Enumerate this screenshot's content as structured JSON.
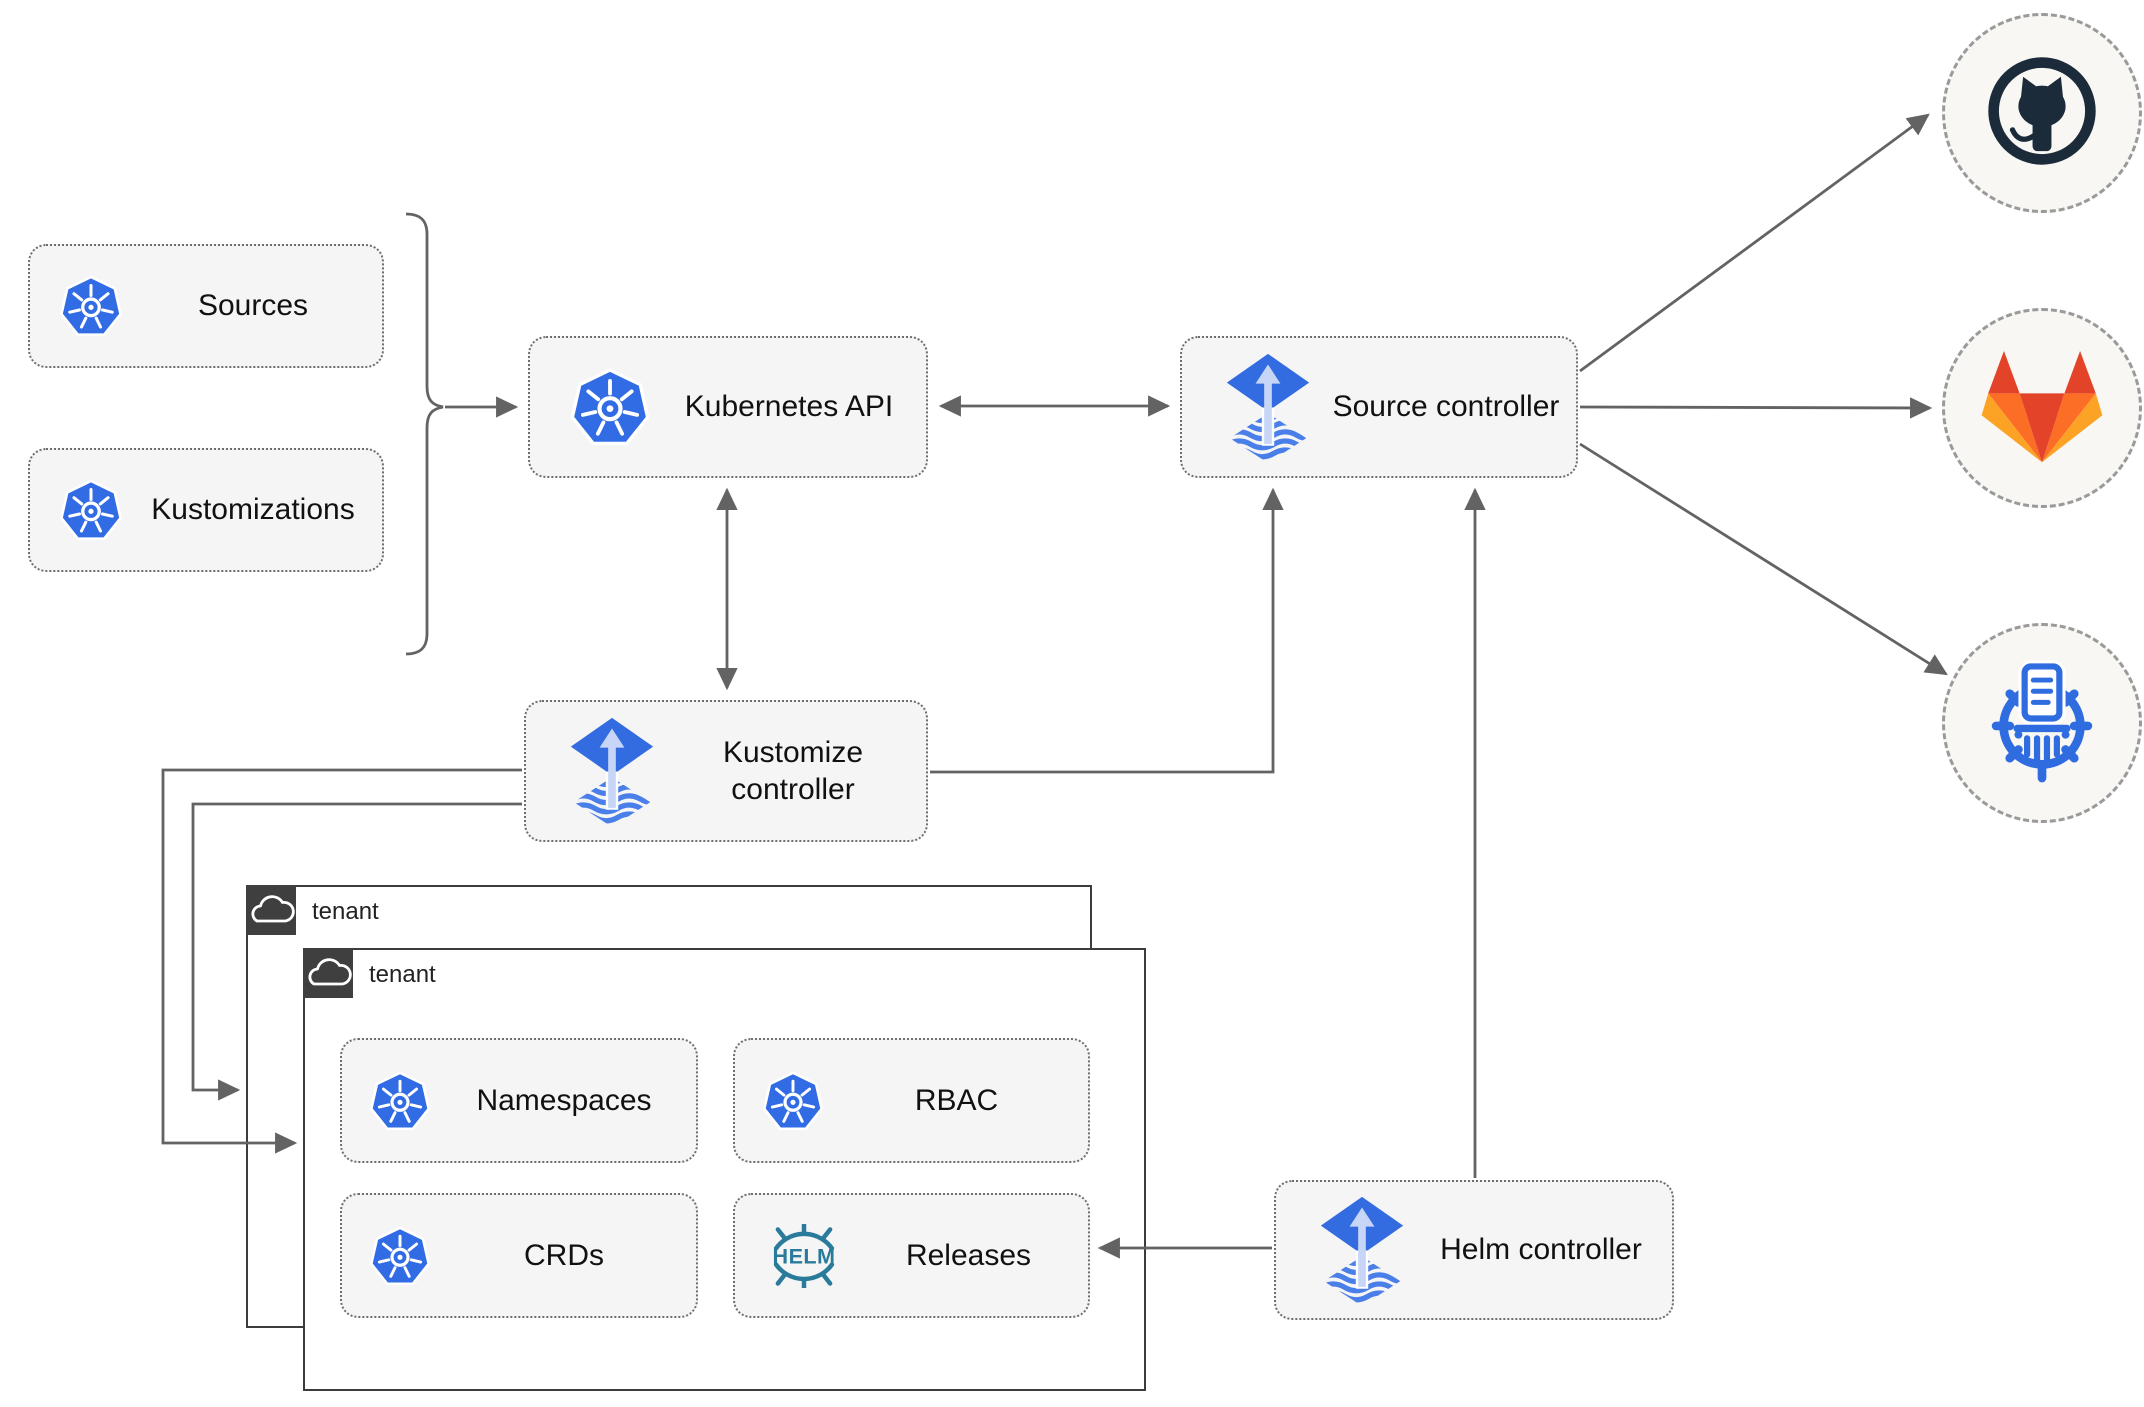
{
  "diagram": {
    "description": "Flux GitOps architecture diagram",
    "nodes": {
      "sources": {
        "label": "Sources",
        "icon": "kubernetes-icon"
      },
      "kustomizations": {
        "label": "Kustomizations",
        "icon": "kubernetes-icon"
      },
      "kubernetes_api": {
        "label": "Kubernetes API",
        "icon": "kubernetes-icon"
      },
      "source_controller": {
        "label": "Source controller",
        "icon": "flux-icon"
      },
      "kustomize_controller": {
        "label": "Kustomize controller",
        "icon": "flux-icon"
      },
      "helm_controller": {
        "label": "Helm controller",
        "icon": "flux-icon"
      },
      "tenant_back": {
        "label": "tenant",
        "icon": "cloud-icon"
      },
      "tenant_front": {
        "label": "tenant",
        "icon": "cloud-icon"
      },
      "namespaces": {
        "label": "Namespaces",
        "icon": "kubernetes-icon"
      },
      "rbac": {
        "label": "RBAC",
        "icon": "kubernetes-icon"
      },
      "crds": {
        "label": "CRDs",
        "icon": "kubernetes-icon"
      },
      "releases": {
        "label": "Releases",
        "icon": "helm-icon"
      },
      "github": {
        "icon": "github-icon"
      },
      "gitlab": {
        "icon": "gitlab-icon"
      },
      "chart_repository": {
        "icon": "chart-repository-icon"
      }
    },
    "edges": [
      {
        "from": "sources-kustomizations-bracket",
        "to": "kubernetes_api",
        "style": "arrow"
      },
      {
        "from": "kubernetes_api",
        "to": "source_controller",
        "style": "bidirectional"
      },
      {
        "from": "kubernetes_api",
        "to": "kustomize_controller",
        "style": "bidirectional"
      },
      {
        "from": "kustomize_controller",
        "to": "source_controller",
        "style": "arrow"
      },
      {
        "from": "kustomize_controller",
        "to": "tenant_back",
        "style": "arrow"
      },
      {
        "from": "kustomize_controller",
        "to": "tenant_front",
        "style": "arrow"
      },
      {
        "from": "helm_controller",
        "to": "source_controller",
        "style": "arrow"
      },
      {
        "from": "helm_controller",
        "to": "releases",
        "style": "arrow"
      },
      {
        "from": "source_controller",
        "to": "github",
        "style": "arrow"
      },
      {
        "from": "source_controller",
        "to": "gitlab",
        "style": "arrow"
      },
      {
        "from": "source_controller",
        "to": "chart_repository",
        "style": "arrow"
      }
    ]
  },
  "icons": {
    "helm_wordmark": "HELM"
  },
  "colors": {
    "kubernetes_blue": "#326CE5",
    "flux_blue": "#336BE0",
    "flux_arrow_light": "#C7D6F6",
    "github_dark": "#1B2B3A",
    "gitlab_dark_orange": "#E24329",
    "gitlab_orange": "#FC6D26",
    "gitlab_light_orange": "#FCA326",
    "helm_teal": "#2A7B9B",
    "chart_repo_blue": "#2F6CE0",
    "connector_gray": "#636363",
    "node_fill": "#F5F5F5",
    "circle_fill": "#F8F7F3",
    "tenant_border": "#3C3C3C"
  }
}
